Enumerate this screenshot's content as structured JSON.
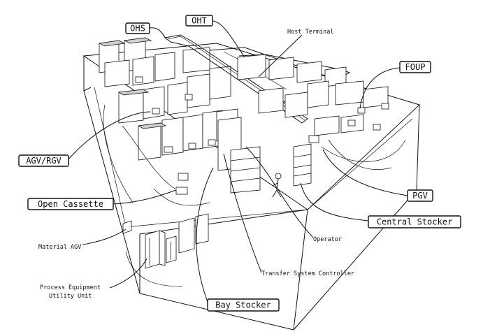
{
  "labels": {
    "ohs": "OHS",
    "oht": "OHT",
    "host_terminal": "Host Terminal",
    "foup": "FOUP",
    "agv_rgv": "AGV/RGV",
    "open_cassette": "Open Cassette",
    "pgv": "PGV",
    "central_stocker": "Central Stocker",
    "operator": "Operator",
    "material_agv": "Material AGV",
    "transfer_system_controller": "Transfer System Controller",
    "process_equipment_line1": "Process Equipment",
    "process_equipment_line2": "Utility Unit",
    "bay_stocker": "Bay Stocker"
  }
}
